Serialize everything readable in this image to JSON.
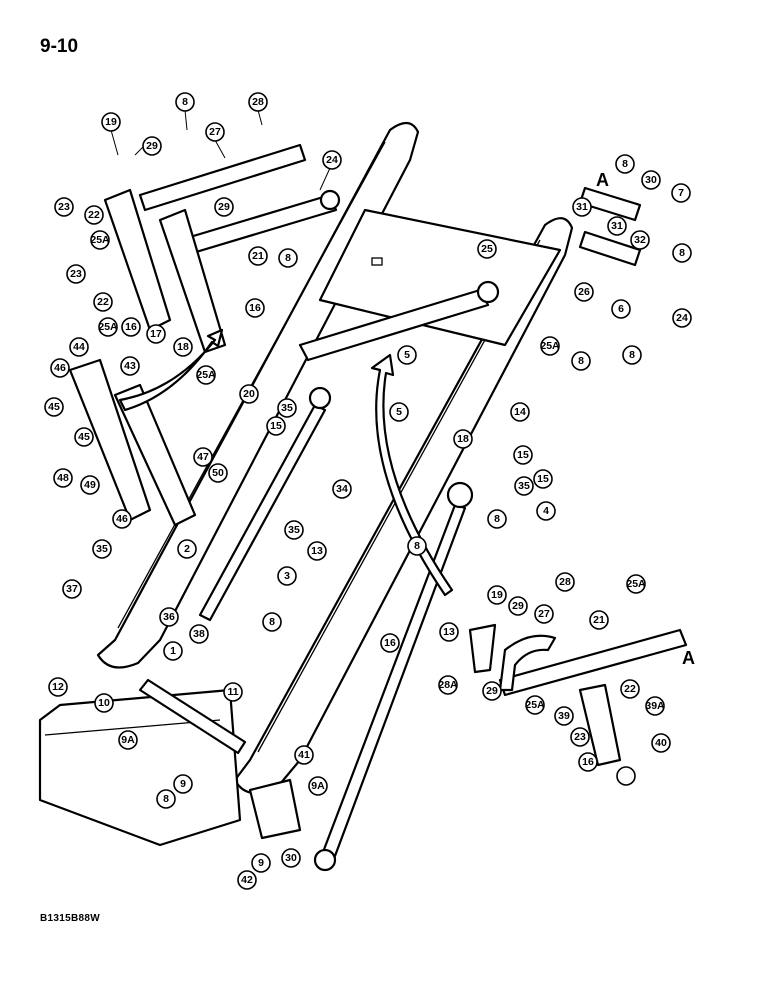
{
  "header": {
    "page_number": "9-10"
  },
  "footer": {
    "reference_code": "B1315B88W"
  },
  "callout_letters": [
    "A",
    "A"
  ],
  "callouts": [
    "8",
    "28",
    "19",
    "29",
    "27",
    "24",
    "23",
    "22",
    "25A",
    "29",
    "23",
    "21",
    "8",
    "22",
    "25A",
    "17",
    "16",
    "16",
    "18",
    "25A",
    "20",
    "44",
    "43",
    "46",
    "45",
    "45",
    "47",
    "48",
    "49",
    "46",
    "50",
    "2",
    "35",
    "35",
    "15",
    "34",
    "35",
    "13",
    "3",
    "37",
    "36",
    "38",
    "8",
    "1",
    "12",
    "10",
    "11",
    "9A",
    "9",
    "8",
    "41",
    "9A",
    "9",
    "42",
    "30",
    "8",
    "7",
    "31",
    "30",
    "31",
    "32",
    "8",
    "24",
    "25",
    "26",
    "6",
    "25A",
    "8",
    "8",
    "5",
    "5",
    "18",
    "14",
    "15",
    "15",
    "35",
    "8",
    "4",
    "8",
    "28",
    "25A",
    "19",
    "29",
    "27",
    "21",
    "13",
    "16",
    "28A",
    "29",
    "25A",
    "39",
    "22",
    "39A",
    "23",
    "40",
    "16"
  ]
}
